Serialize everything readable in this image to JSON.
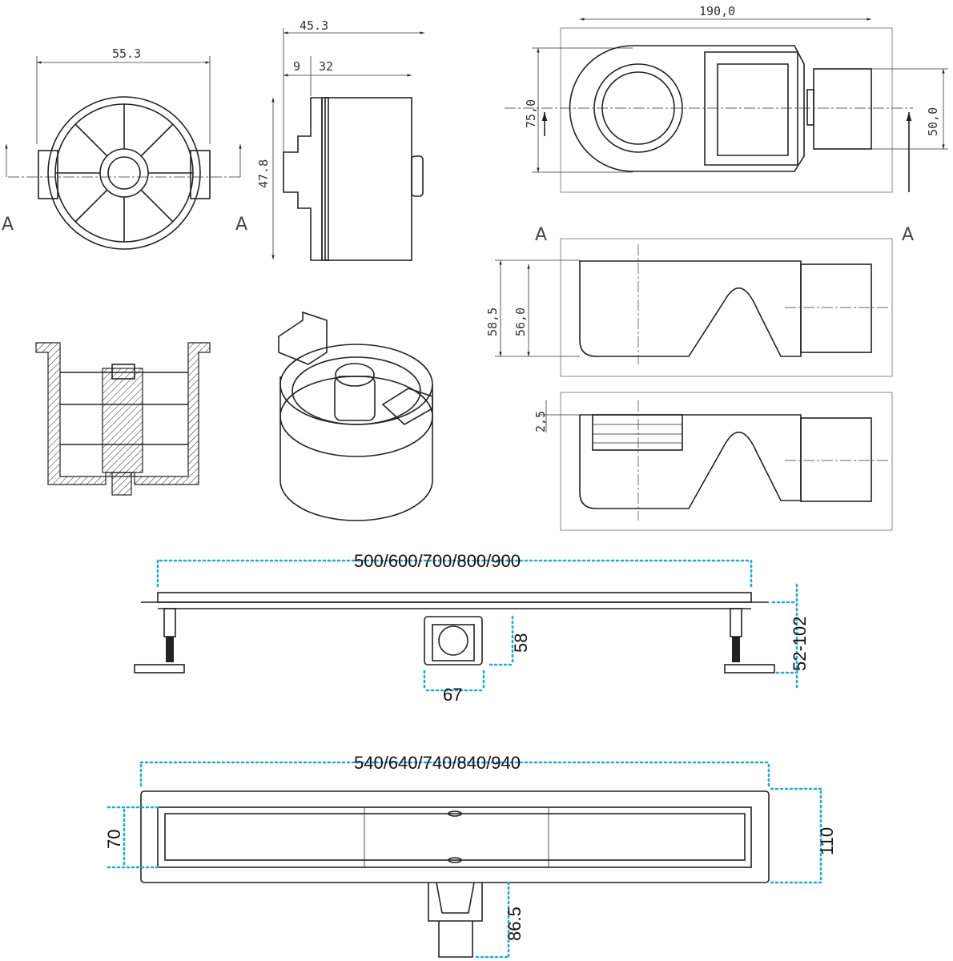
{
  "dimensions": {
    "front_width": "55.3",
    "side_total": "45.3",
    "side_a": "9",
    "side_b": "32",
    "side_height": "47.8",
    "top_length": "190,0",
    "top_width": "75,0",
    "outlet_dia": "50,0",
    "section_h1": "58,5",
    "section_h2": "56,0",
    "lip": "2,5",
    "channel_lengths": "500/600/700/800/900",
    "trap_height": "58",
    "trap_width": "67",
    "adjust_height": "52-102",
    "frame_lengths": "540/640/740/840/940",
    "grate_width": "70",
    "frame_width": "110",
    "outlet_length": "86.5"
  },
  "section_labels": {
    "left_a": "A",
    "right_a": "A",
    "sec_left": "A",
    "sec_right": "A"
  }
}
